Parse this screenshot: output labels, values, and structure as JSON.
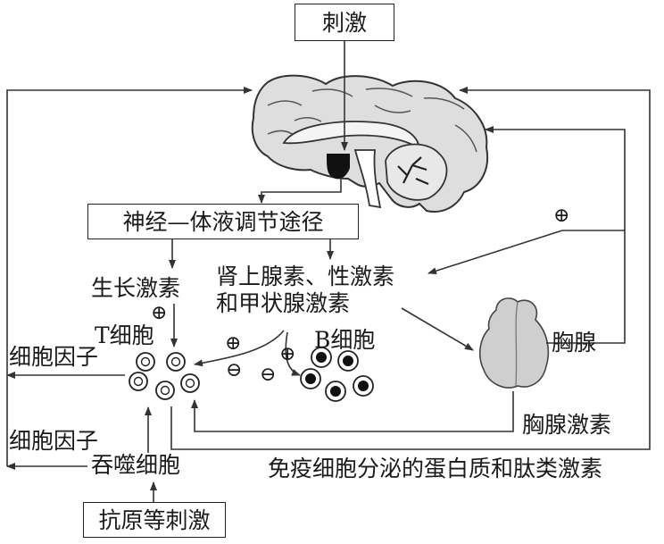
{
  "nodes": {
    "stimulus": "刺激",
    "neuro_pathway": "神经—体液调节途径",
    "growth_hormone": "生长激素",
    "adrenal_line1": "肾上腺素、性激素",
    "adrenal_line2": "和甲状腺激素",
    "t_cell": "T细胞",
    "b_cell": "B细胞",
    "thymus": "胸腺",
    "cytokine_out": "细胞因子",
    "cytokine_in": "细胞因子",
    "thymosin": "胸腺激素",
    "phagocyte": "吞噬细胞",
    "immune_proteins": "免疫细胞分泌的蛋白质和肽类激素",
    "antigen": "抗原等刺激"
  },
  "symbols": {
    "plus": "⊕",
    "minus": "⊖"
  },
  "colors": {
    "line": "#333333",
    "brain_fill": "#dedede",
    "thymus_fill": "#cfcfcf",
    "hypothalamus": "#111111"
  }
}
